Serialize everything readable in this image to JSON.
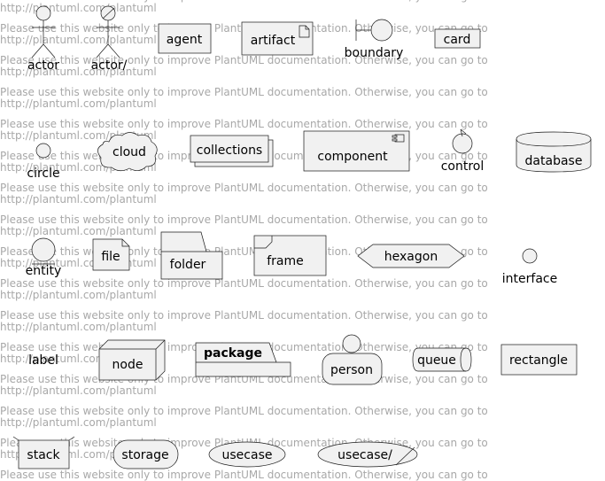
{
  "watermark": {
    "lines": [
      "Please use this website only to improve PlantUML documentation. Otherwise, you can go to",
      "http://plantuml.com/plantuml"
    ]
  },
  "elements": {
    "actor": "actor",
    "actor_alt": "actor/",
    "agent": "agent",
    "artifact": "artifact",
    "boundary": "boundary",
    "card": "card",
    "circle": "circle",
    "cloud": "cloud",
    "collections": "collections",
    "component": "component",
    "control": "control",
    "database": "database",
    "entity": "entity",
    "file": "file",
    "folder": "folder",
    "frame": "frame",
    "hexagon": "hexagon",
    "interface": "interface",
    "label": "label",
    "node": "node",
    "package": "package",
    "person": "person",
    "queue": "queue",
    "rectangle": "rectangle",
    "stack": "stack",
    "storage": "storage",
    "usecase": "usecase",
    "usecase_alt": "usecase/"
  },
  "colors": {
    "fill": "#F1F1F1",
    "stroke": "#181818",
    "watermark": "#A8A8A8"
  }
}
